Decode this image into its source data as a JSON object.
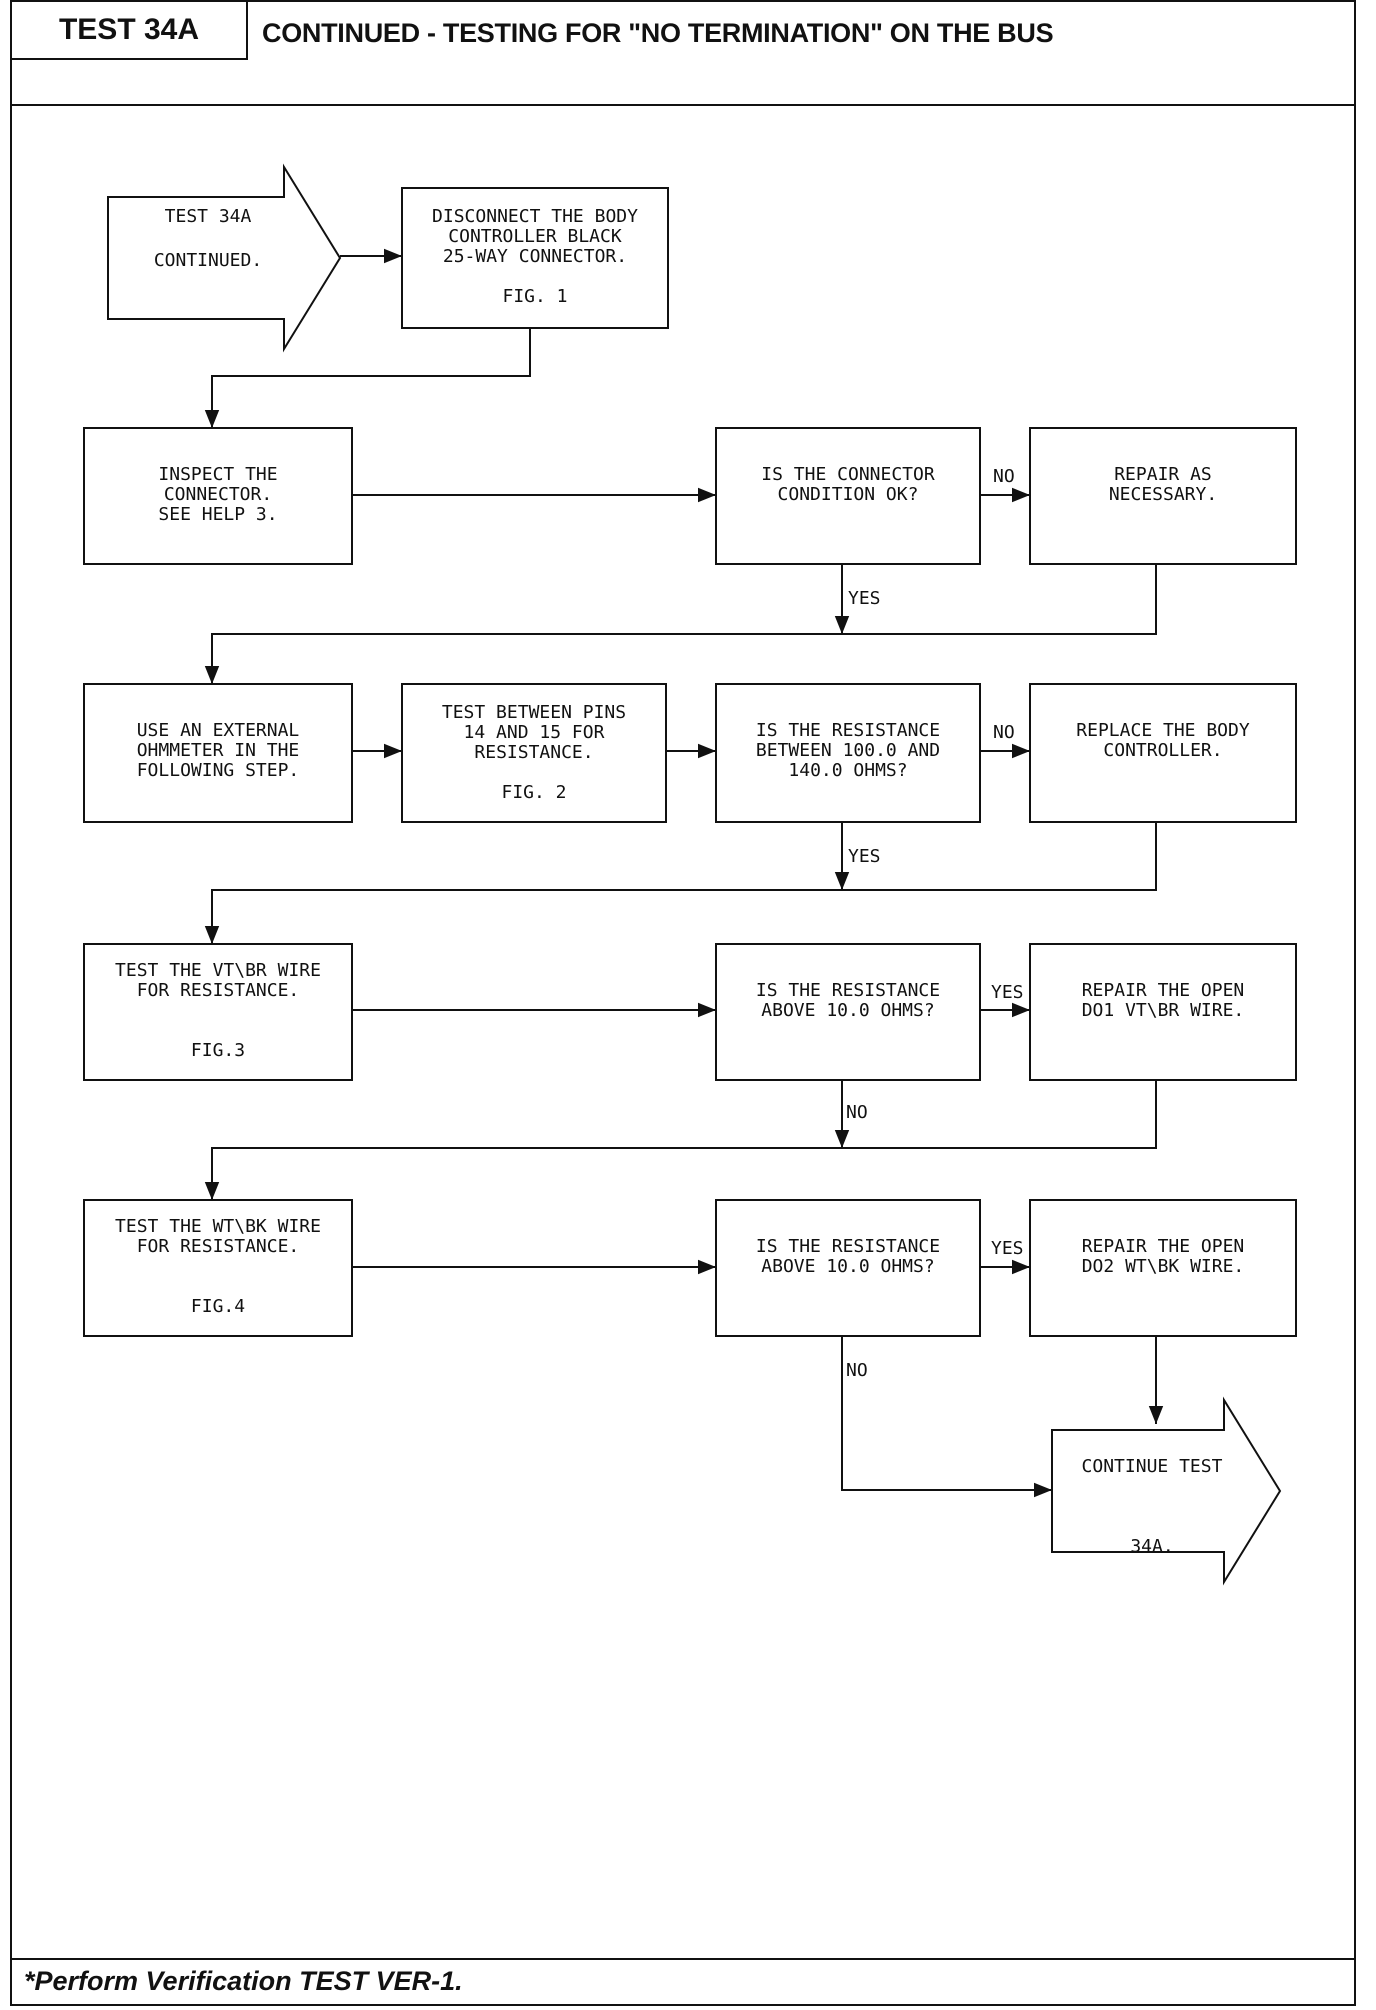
{
  "header": {
    "test_id": "TEST 34A",
    "title": "CONTINUED - TESTING FOR \"NO TERMINATION\" ON THE BUS"
  },
  "footer": {
    "note": "*Perform Verification TEST VER-1."
  },
  "flow": {
    "start": [
      "TEST 34A",
      "",
      "CONTINUED."
    ],
    "disconnect": [
      "DISCONNECT THE BODY",
      "CONTROLLER BLACK",
      "25-WAY CONNECTOR.",
      "",
      "FIG. 1"
    ],
    "inspect": [
      "INSPECT THE",
      "CONNECTOR.",
      "SEE HELP 3."
    ],
    "q_connector": [
      "IS THE CONNECTOR",
      "CONDITION OK?"
    ],
    "repair_nec": [
      "REPAIR AS",
      "NECESSARY."
    ],
    "ohmmeter": [
      "USE AN EXTERNAL",
      "OHMMETER IN THE",
      "FOLLOWING STEP."
    ],
    "test_pins": [
      "TEST BETWEEN PINS",
      "14 AND 15 FOR",
      "RESISTANCE.",
      "",
      "FIG. 2"
    ],
    "q_resistance_range": [
      "IS THE RESISTANCE",
      "BETWEEN 100.0 AND",
      "140.0 OHMS?"
    ],
    "replace_controller": [
      "REPLACE THE BODY",
      "CONTROLLER."
    ],
    "test_vtbr": [
      "TEST THE VT\\BR WIRE",
      "FOR RESISTANCE.",
      "",
      "",
      "FIG.3"
    ],
    "q_above_1": [
      "IS THE RESISTANCE",
      "ABOVE 10.0 OHMS?"
    ],
    "repair_do1": [
      "REPAIR THE OPEN",
      "DO1 VT\\BR WIRE."
    ],
    "test_wtbk": [
      "TEST THE WT\\BK WIRE",
      "FOR RESISTANCE.",
      "",
      "",
      "FIG.4"
    ],
    "q_above_2": [
      "IS THE RESISTANCE",
      "ABOVE 10.0 OHMS?"
    ],
    "repair_do2": [
      "REPAIR THE OPEN",
      "DO2 WT\\BK WIRE."
    ],
    "end": [
      "CONTINUE TEST",
      "",
      "34A."
    ],
    "labels": {
      "no1": "NO",
      "yes1": "YES",
      "no2": "NO",
      "yes2": "YES",
      "yes3": "YES",
      "no3": "NO",
      "yes4": "YES",
      "no4": "NO"
    }
  }
}
